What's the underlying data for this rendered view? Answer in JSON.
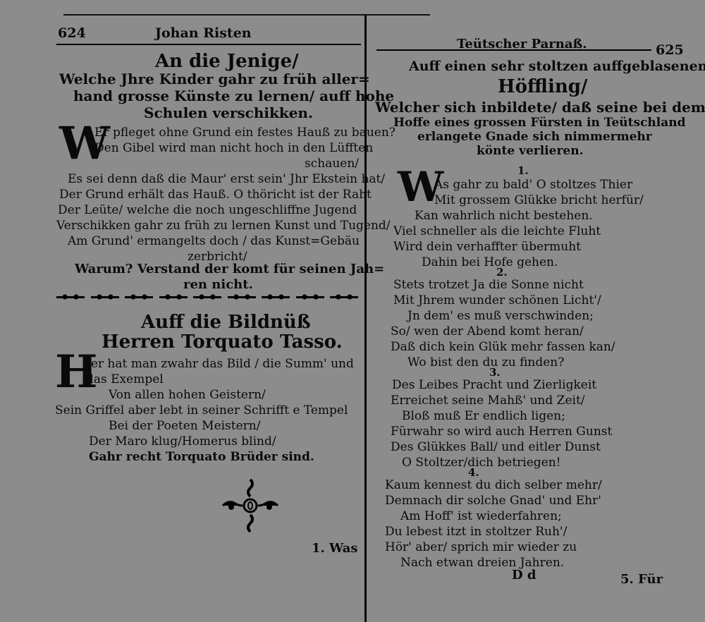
{
  "left_page": {
    "page_number": "624",
    "running_head": "Johan Risten",
    "poem1": {
      "title": "An die Jenige/",
      "subtitle": [
        "Welche Jhre Kinder gahr zu früh aller=",
        "hand grosse Künste zu lernen/ auff hohe",
        "Schulen verschikken."
      ],
      "drop_cap": "W",
      "lines": [
        "Er pfleget ohne Grund ein festes Hauß zu bauen?",
        "Den Gibel wird man nicht hoch in den Lüfften",
        "schauen/",
        "Es sei denn daß die Maur' erst sein' Jhr Ekstein hat/",
        "Der Grund erhält das Hauß. O thöricht ist der Raht",
        "Der Leüte/ welche die noch ungeschliffne Jugend",
        "Verschikken gahr zu früh zu lernen Kunst und Tugend/",
        "Am Grund' ermangelts doch / das Kunst=Gebäu",
        "zerbricht/",
        "Warum? Verstand der komt für seinen Jah=",
        "ren nicht."
      ]
    },
    "poem2": {
      "title": "Auff die Bildnüß",
      "subtitle": "Herren Torquato Tasso.",
      "drop_cap": "H",
      "lines": [
        "Jer hat man zwahr das Bild / die Summ' und",
        "das Exempel",
        "Von allen hohen Geistern/",
        "Sein Griffel aber lebt in seiner Schrifft e Tempel",
        "Bei der Poeten Meistern/",
        "Der Maro klug/Homerus blind/",
        "Gahr recht Torquato Brüder sind."
      ]
    },
    "catchword": "1. Was"
  },
  "right_page": {
    "page_number": "625",
    "running_head": "Teütscher Parnaß.",
    "poem": {
      "title": [
        "Auff einen sehr stoltzen auffgeblasenen",
        "Höffling/"
      ],
      "subtitle": [
        "Welcher sich inbildete/ daß seine bei dem",
        "Hoffe eines grossen Fürsten in Teütschland",
        "erlangete Gnade sich nimmermehr",
        "könte verlieren."
      ],
      "drop_cap": "W",
      "stanzas": [
        {
          "number": "1.",
          "lines": [
            "As gahr zu bald' O stoltzes Thier",
            "Mit grossem Glükke bricht herfür/",
            "Kan wahrlich nicht bestehen.",
            "Viel schneller als die leichte Fluht",
            "Wird dein verhaffter übermuht",
            "Dahin bei Hofe gehen."
          ]
        },
        {
          "number": "2.",
          "lines": [
            "Stets trotzet Ja die Sonne nicht",
            "Mit Jhrem wunder schönen Licht'/",
            "Jn dem' es muß verschwinden;",
            "So/ wen der Abend komt heran/",
            "Daß dich kein Glük mehr fassen kan/",
            "Wo bist den du zu finden?"
          ]
        },
        {
          "number": "3.",
          "lines": [
            "Des Leibes Pracht und Zierligkeit",
            "Erreichet seine Mahß' und Zeit/",
            "Bloß muß Er endlich ligen;",
            "Fürwahr so wird auch Herren Gunst",
            "Des Glükkes Ball/ und eitler Dunst",
            "O Stoltzer/dich betriegen!"
          ]
        },
        {
          "number": "4.",
          "lines": [
            "Kaum kennest du dich selber mehr/",
            "Demnach dir solche Gnad' und Ehr'",
            "Am Hoff' ist wiederfahren;",
            "Du lebest itzt in stoltzer Ruh'/",
            "Hör' aber/ sprich mir wieder zu",
            "Nach etwan dreien Jahren."
          ]
        }
      ]
    },
    "signature": "D d",
    "catchword": "5. Für"
  }
}
